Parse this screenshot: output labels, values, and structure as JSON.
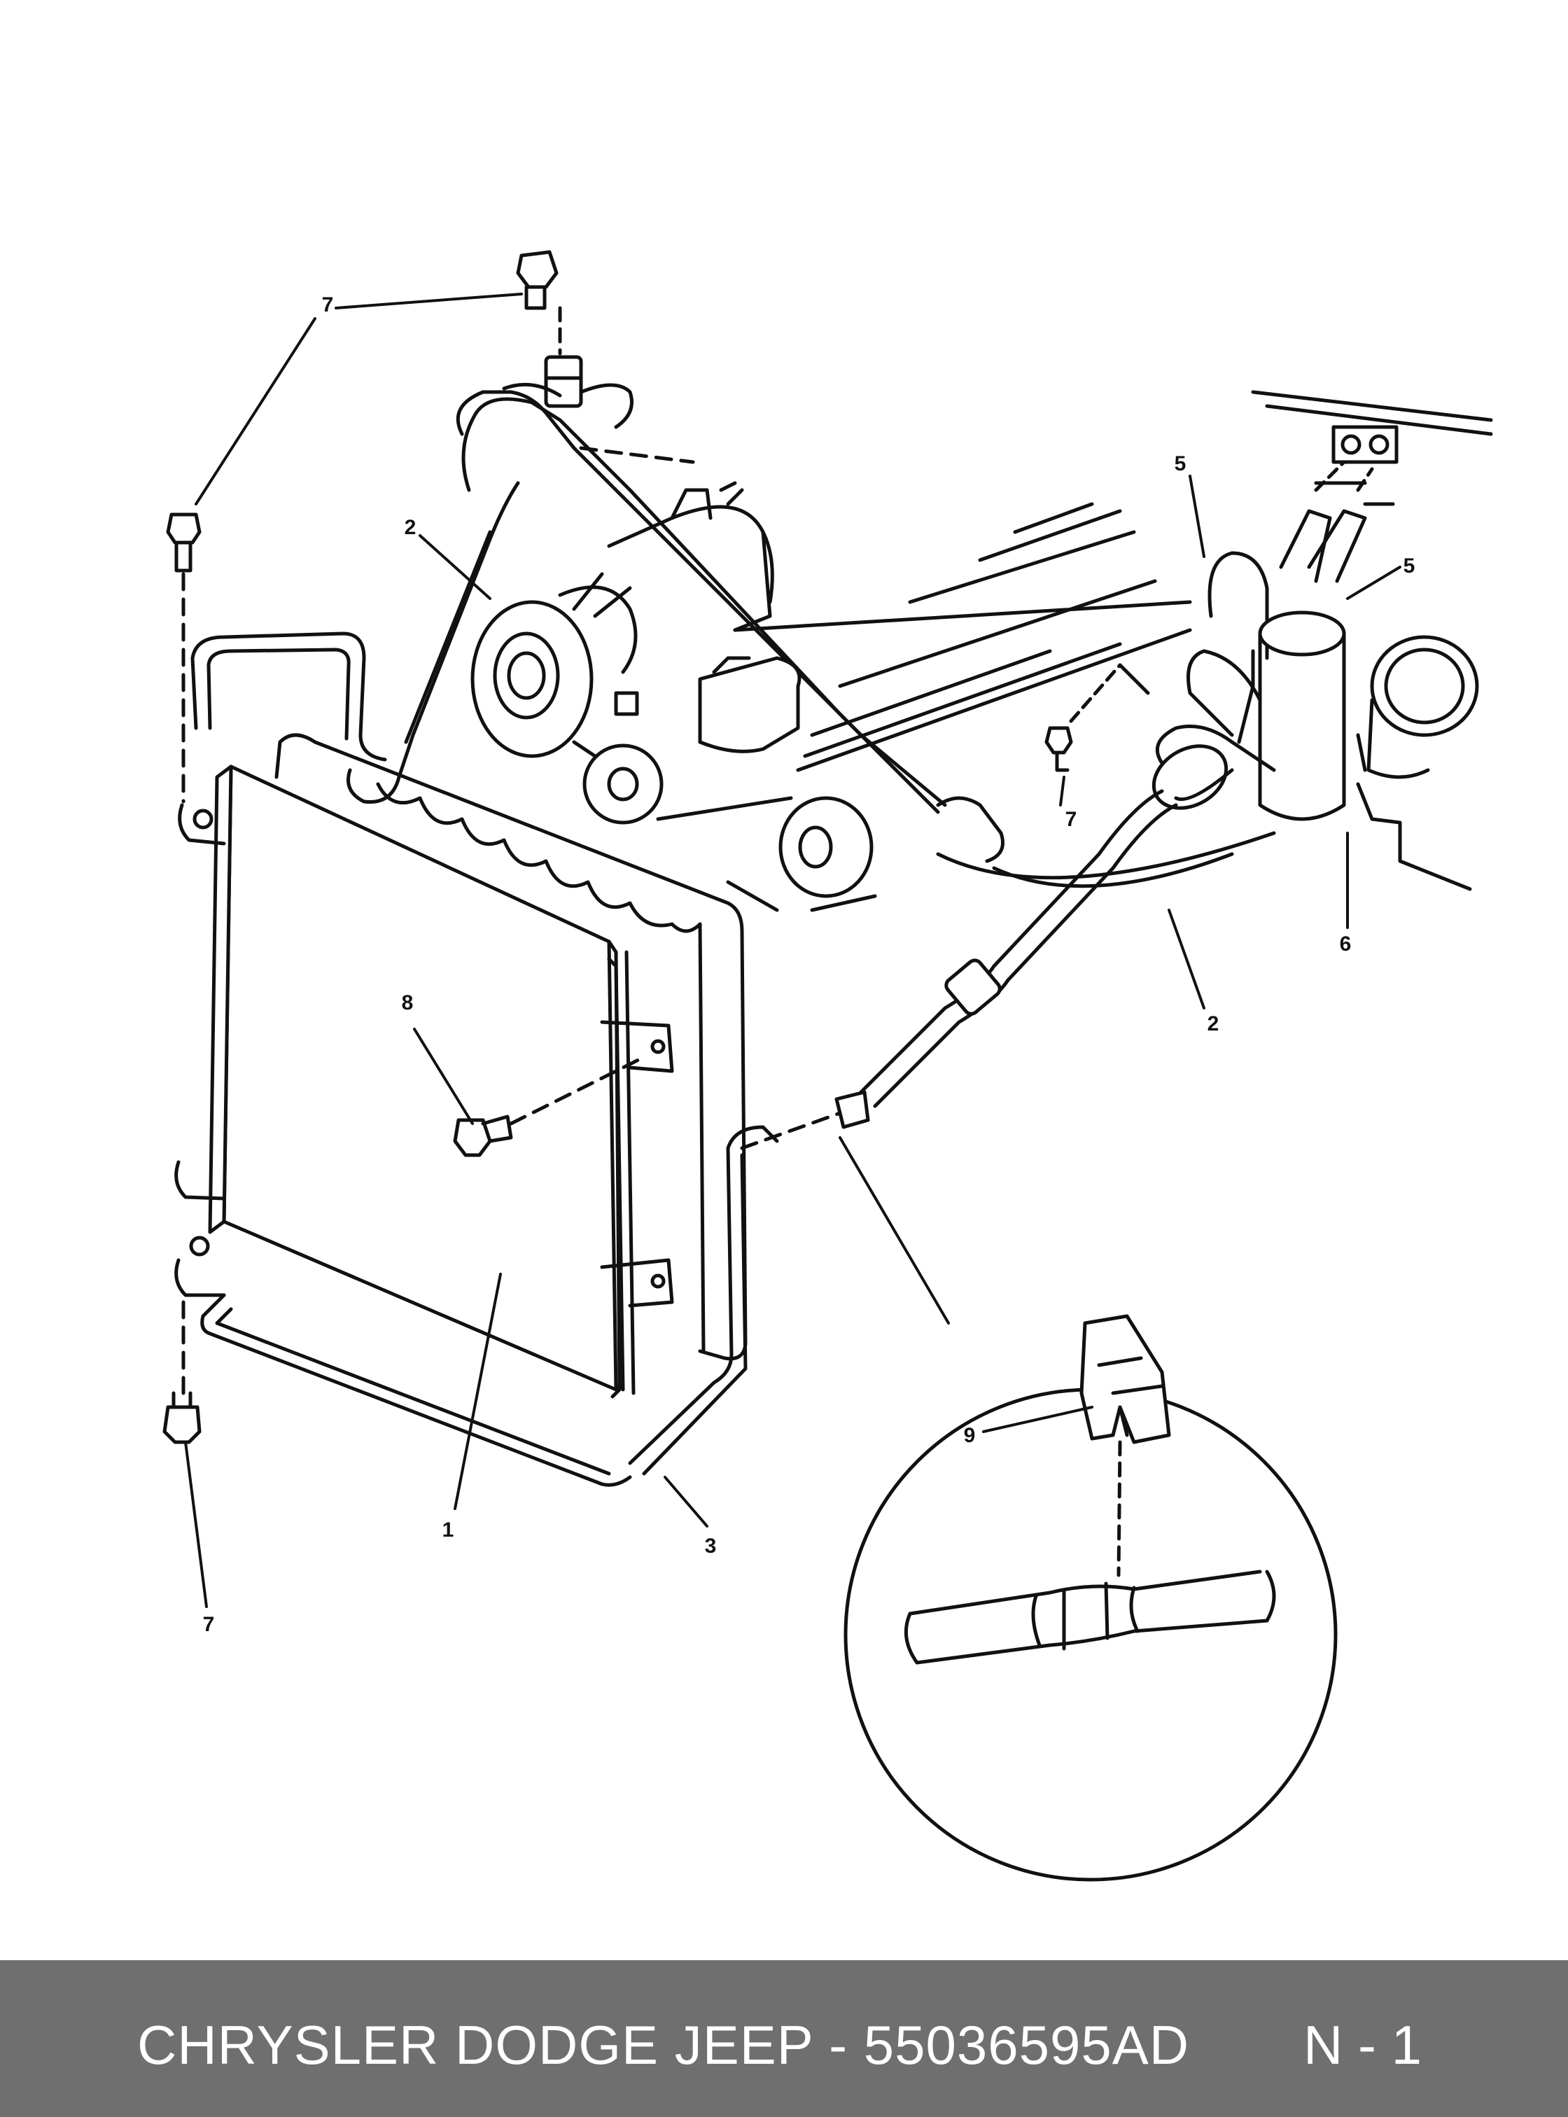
{
  "diagram": {
    "callouts": [
      {
        "id": "callout-7-top",
        "label": "7"
      },
      {
        "id": "callout-7-left",
        "label": "7"
      },
      {
        "id": "callout-2-upper",
        "label": "2"
      },
      {
        "id": "callout-5-upper",
        "label": "5"
      },
      {
        "id": "callout-5-right",
        "label": "5"
      },
      {
        "id": "callout-7-mid",
        "label": "7"
      },
      {
        "id": "callout-6",
        "label": "6"
      },
      {
        "id": "callout-8",
        "label": "8"
      },
      {
        "id": "callout-2-lower",
        "label": "2"
      },
      {
        "id": "callout-9",
        "label": "9"
      },
      {
        "id": "callout-1",
        "label": "1"
      },
      {
        "id": "callout-3",
        "label": "3"
      },
      {
        "id": "callout-7-bottom",
        "label": "7"
      }
    ]
  },
  "footer": {
    "title": "CHRYSLER DODGE JEEP - 55036595AD",
    "page": "N - 1",
    "background": "#6f6f6f"
  }
}
